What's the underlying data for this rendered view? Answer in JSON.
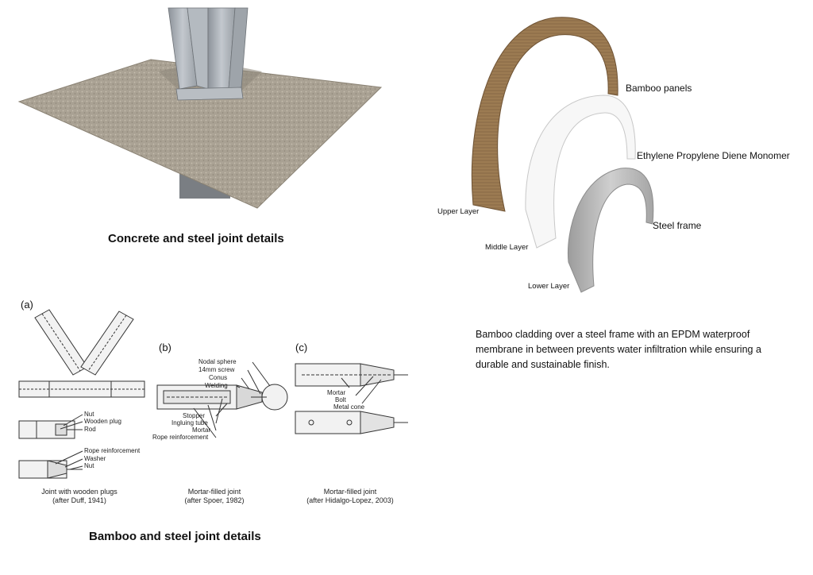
{
  "concrete_panel": {
    "caption": "Concrete and steel joint details"
  },
  "layers_panel": {
    "layer_names": {
      "bamboo": "Bamboo panels",
      "epdm": "Ethylene Propylene Diene Monomer",
      "steel": "Steel frame"
    },
    "positions": {
      "upper": "Upper Layer",
      "middle": "Middle Layer",
      "lower": "Lower Layer"
    },
    "description": "Bamboo cladding over a steel frame with an EPDM waterproof membrane in between prevents water infiltration while ensuring a durable and sustainable finish.",
    "colors": {
      "bamboo": "#9c7b52",
      "epdm": "#f4f4f4",
      "steel": "#b4b4b4"
    }
  },
  "bamboo_joints": {
    "caption": "Bamboo and steel joint details",
    "a": {
      "letter": "(a)",
      "callouts": [
        "Nut",
        "Wooden plug",
        "Rod",
        "Rope reinforcement",
        "Washer",
        "Nut"
      ],
      "caption_line1": "Joint with wooden plugs",
      "caption_line2": "(after Duff, 1941)"
    },
    "b": {
      "letter": "(b)",
      "callouts": [
        "Nodal sphere",
        "14mm screw",
        "Conus",
        "Welding",
        "Stopper",
        "Ingluing tube",
        "Mortar",
        "Rope reinforcement"
      ],
      "caption_line1": "Mortar-filled joint",
      "caption_line2": "(after Spoer, 1982)"
    },
    "c": {
      "letter": "(c)",
      "callouts": [
        "Mortar",
        "Bolt",
        "Metal cone"
      ],
      "caption_line1": "Mortar-filled joint",
      "caption_line2": "(after Hidalgo-Lopez, 2003)"
    }
  }
}
